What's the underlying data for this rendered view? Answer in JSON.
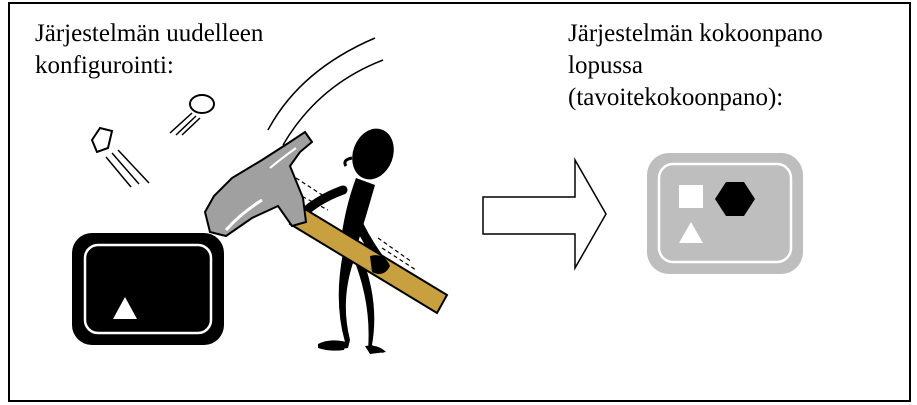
{
  "left_caption": {
    "line1": "Järjestelmän uudelleen",
    "line2": "konfigurointi:"
  },
  "right_caption": {
    "line1": "Järjestelmän kokoonpano",
    "line2": "lopussa",
    "line3": "(tavoitekokoonpano):"
  },
  "colors": {
    "border": "#000000",
    "hammer_handle": "#C9A040",
    "target_box": "#BEBEBE"
  },
  "icons": [
    "flying-pentagon-icon",
    "flying-circle-icon",
    "hammer-icon",
    "figure-silhouette-icon",
    "arrow-right-icon",
    "square-icon",
    "hexagon-icon",
    "triangle-icon"
  ]
}
